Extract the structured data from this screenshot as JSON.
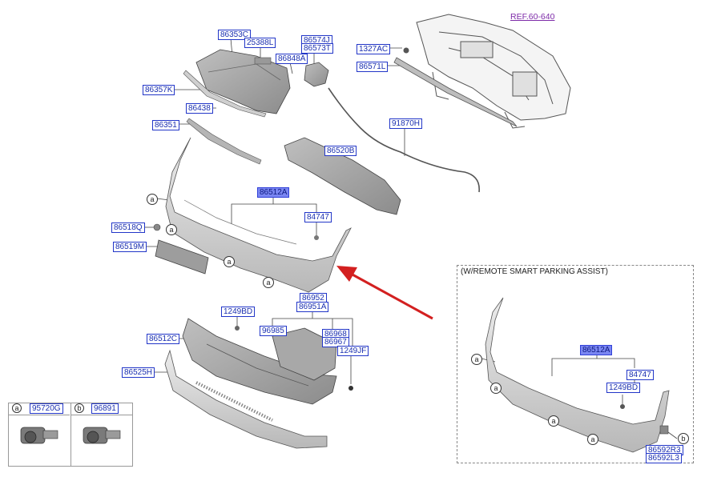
{
  "ref_label": "REF.60-640",
  "inset_title": "(W/REMOTE SMART PARKING ASSIST)",
  "parts": {
    "p86353C": "86353C",
    "p25388L": "25388L",
    "p86574J": "86574J",
    "p86573T": "86573T",
    "p86848A": "86848A",
    "p1327AC": "1327AC",
    "p86571L": "86571L",
    "p86357K": "86357K",
    "p86438": "86438",
    "p86351": "86351",
    "p91870H": "91870H",
    "p86520B": "86520B",
    "p86512A": "86512A",
    "p84747": "84747",
    "p86518Q": "86518Q",
    "p86519M": "86519M",
    "p86952": "86952",
    "p86951A": "86951A",
    "p1249BD": "1249BD",
    "p96985": "96985",
    "p86968": "86968",
    "p86967": "86967",
    "p1249JF": "1249JF",
    "p86512C": "86512C",
    "p86525H": "86525H",
    "p95720G": "95720G",
    "p96891": "96891",
    "i86512A": "86512A",
    "i84747": "84747",
    "i1249BD": "1249BD",
    "i86592R3": "86592R3",
    "i86592L3": "86592L3"
  },
  "callouts": {
    "a": "a",
    "b": "b"
  },
  "colors": {
    "label_text": "#1a2fb0",
    "label_border": "#2236c8",
    "highlight": "#7a86f2",
    "ref": "#7d2aa8",
    "arrow": "#d32020",
    "part_fill": "#d8d8d8"
  }
}
